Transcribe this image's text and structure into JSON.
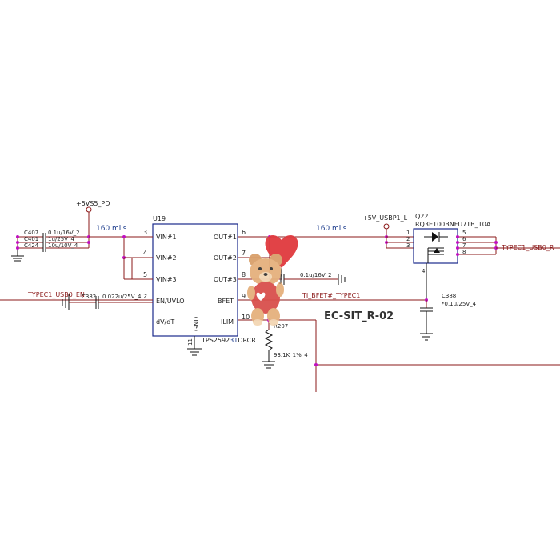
{
  "power": {
    "vs5_pd": "+5VS5_PD",
    "usbp1": "+5V_USBP1_L"
  },
  "ic": {
    "ref": "U19",
    "part": "TPS2592",
    "part_hl": "31",
    "part_tail": "DRCR",
    "pins_left": [
      {
        "name": "VIN#1",
        "num": "3"
      },
      {
        "name": "VIN#2",
        "num": "4"
      },
      {
        "name": "VIN#3",
        "num": "5"
      },
      {
        "name": "EN/UVLO",
        "num": "2"
      },
      {
        "name": "dV/dT",
        "num": ""
      }
    ],
    "pins_right": [
      {
        "name": "OUT#1",
        "num": "6"
      },
      {
        "name": "OUT#2",
        "num": "7"
      },
      {
        "name": "OUT#3",
        "num": "8"
      },
      {
        "name": "BFET",
        "num": "9"
      },
      {
        "name": "ILIM",
        "num": "10"
      }
    ],
    "gnd_name": "GND",
    "gnd_num": "11"
  },
  "caps_left": [
    {
      "ref": "C407",
      "value": "0.1u/16V_2"
    },
    {
      "ref": "C401",
      "value": "1u/25V_4"
    },
    {
      "ref": "C424",
      "value": "10u/10V_4"
    }
  ],
  "cap_c382": {
    "ref": "C382",
    "value": "0.022u/25V_4",
    "pin": "1"
  },
  "cap_out": {
    "value": "0.1u/16V_2"
  },
  "cap_c388": {
    "ref": "C388",
    "value": "*0.1u/25V_4"
  },
  "res_r207": {
    "ref": "R207",
    "value": "93.1K_1%_4"
  },
  "mosfet": {
    "ref": "Q22",
    "part": "RQ3E100BNFU7TB_10A",
    "pins_left": [
      "1",
      "2",
      "3"
    ],
    "pins_right": [
      "5",
      "6",
      "7",
      "8"
    ],
    "gate_pin": "4"
  },
  "nets": {
    "en": "TYPEC1_USB0_EN",
    "bfet": "TI_BFET#_TYPEC1",
    "usb_r": "TYPEC1_USB0_R"
  },
  "widths": {
    "w1": "160 mils",
    "w2": "160 mils"
  },
  "label_big": "EC-SIT_R-02"
}
